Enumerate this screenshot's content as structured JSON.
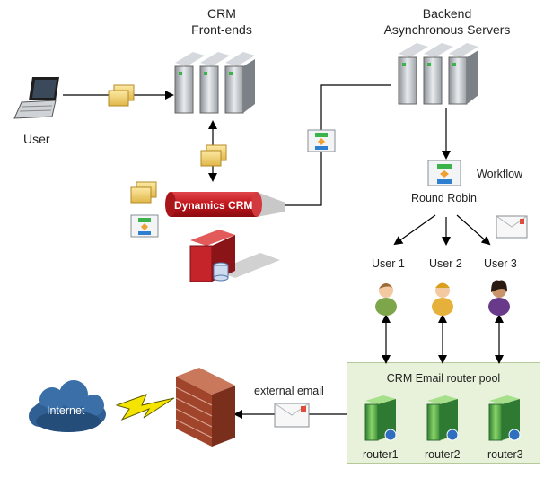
{
  "labels": {
    "crm_frontends": [
      "CRM",
      "Front-ends"
    ],
    "backend_servers": [
      "Backend",
      "Asynchronous Servers"
    ],
    "user": "User",
    "workflow": "Workflow",
    "round_robin": "Round Robin",
    "dynamics_crm": "Dynamics CRM",
    "user1": "User 1",
    "user2": "User 2",
    "user3": "User 3",
    "pool_title": "CRM Email router pool",
    "router1": "router1",
    "router2": "router2",
    "router3": "router3",
    "external_email": "external email",
    "internet": "Internet"
  },
  "colors": {
    "arrow": "#000000",
    "pool_fill": "#e8f1d9",
    "pool_border": "#b5c99a",
    "cylinder_red": "#c0141b",
    "router_green": "#4caf50",
    "cloud_blue": "#2f5f93",
    "firewall_brick": "#a0442c"
  },
  "icons": [
    "laptop-icon",
    "folder-icon",
    "server-rack-icon",
    "workflow-icon",
    "envelope-icon",
    "database-server-icon",
    "person-icon",
    "router-server-icon",
    "firewall-icon",
    "cloud-icon",
    "lightning-icon"
  ]
}
